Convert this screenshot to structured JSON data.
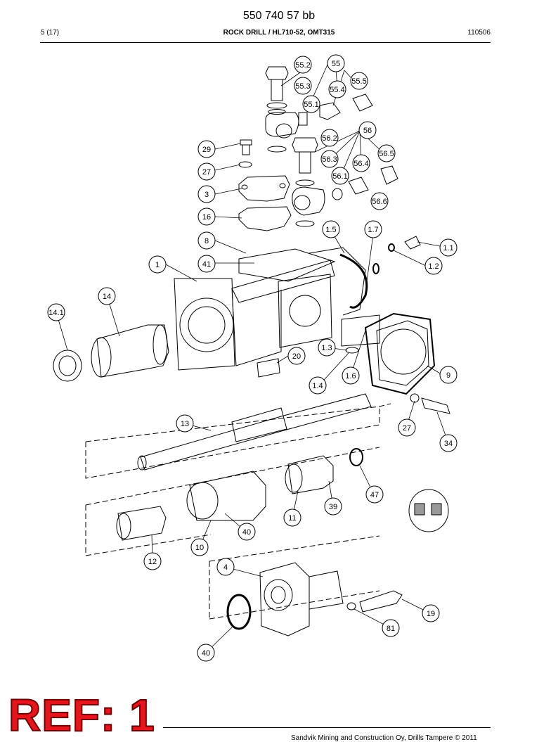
{
  "header": {
    "doc_number": "550 740 57 bb",
    "page": "5 (17)",
    "title": "ROCK DRILL / HL710-52, OMT315",
    "date_code": "110506"
  },
  "callouts": [
    "55.2",
    "55",
    "55.3",
    "55.5",
    "55.4",
    "55.1",
    "56",
    "56.2",
    "56.3",
    "56.5",
    "56.4",
    "56.1",
    "56.6",
    "29",
    "27",
    "3",
    "16",
    "8",
    "41",
    "1",
    "1.5",
    "1.7",
    "1.1",
    "1.2",
    "14",
    "14.1",
    "20",
    "1.3",
    "1.4",
    "1.6",
    "9",
    "27",
    "34",
    "13",
    "47",
    "39",
    "11",
    "40",
    "10",
    "12",
    "4",
    "19",
    "81",
    "40"
  ],
  "stamp": "REF: 1",
  "footer": "Sandvik Mining and Construction Oy, Drills Tampere © 2011"
}
